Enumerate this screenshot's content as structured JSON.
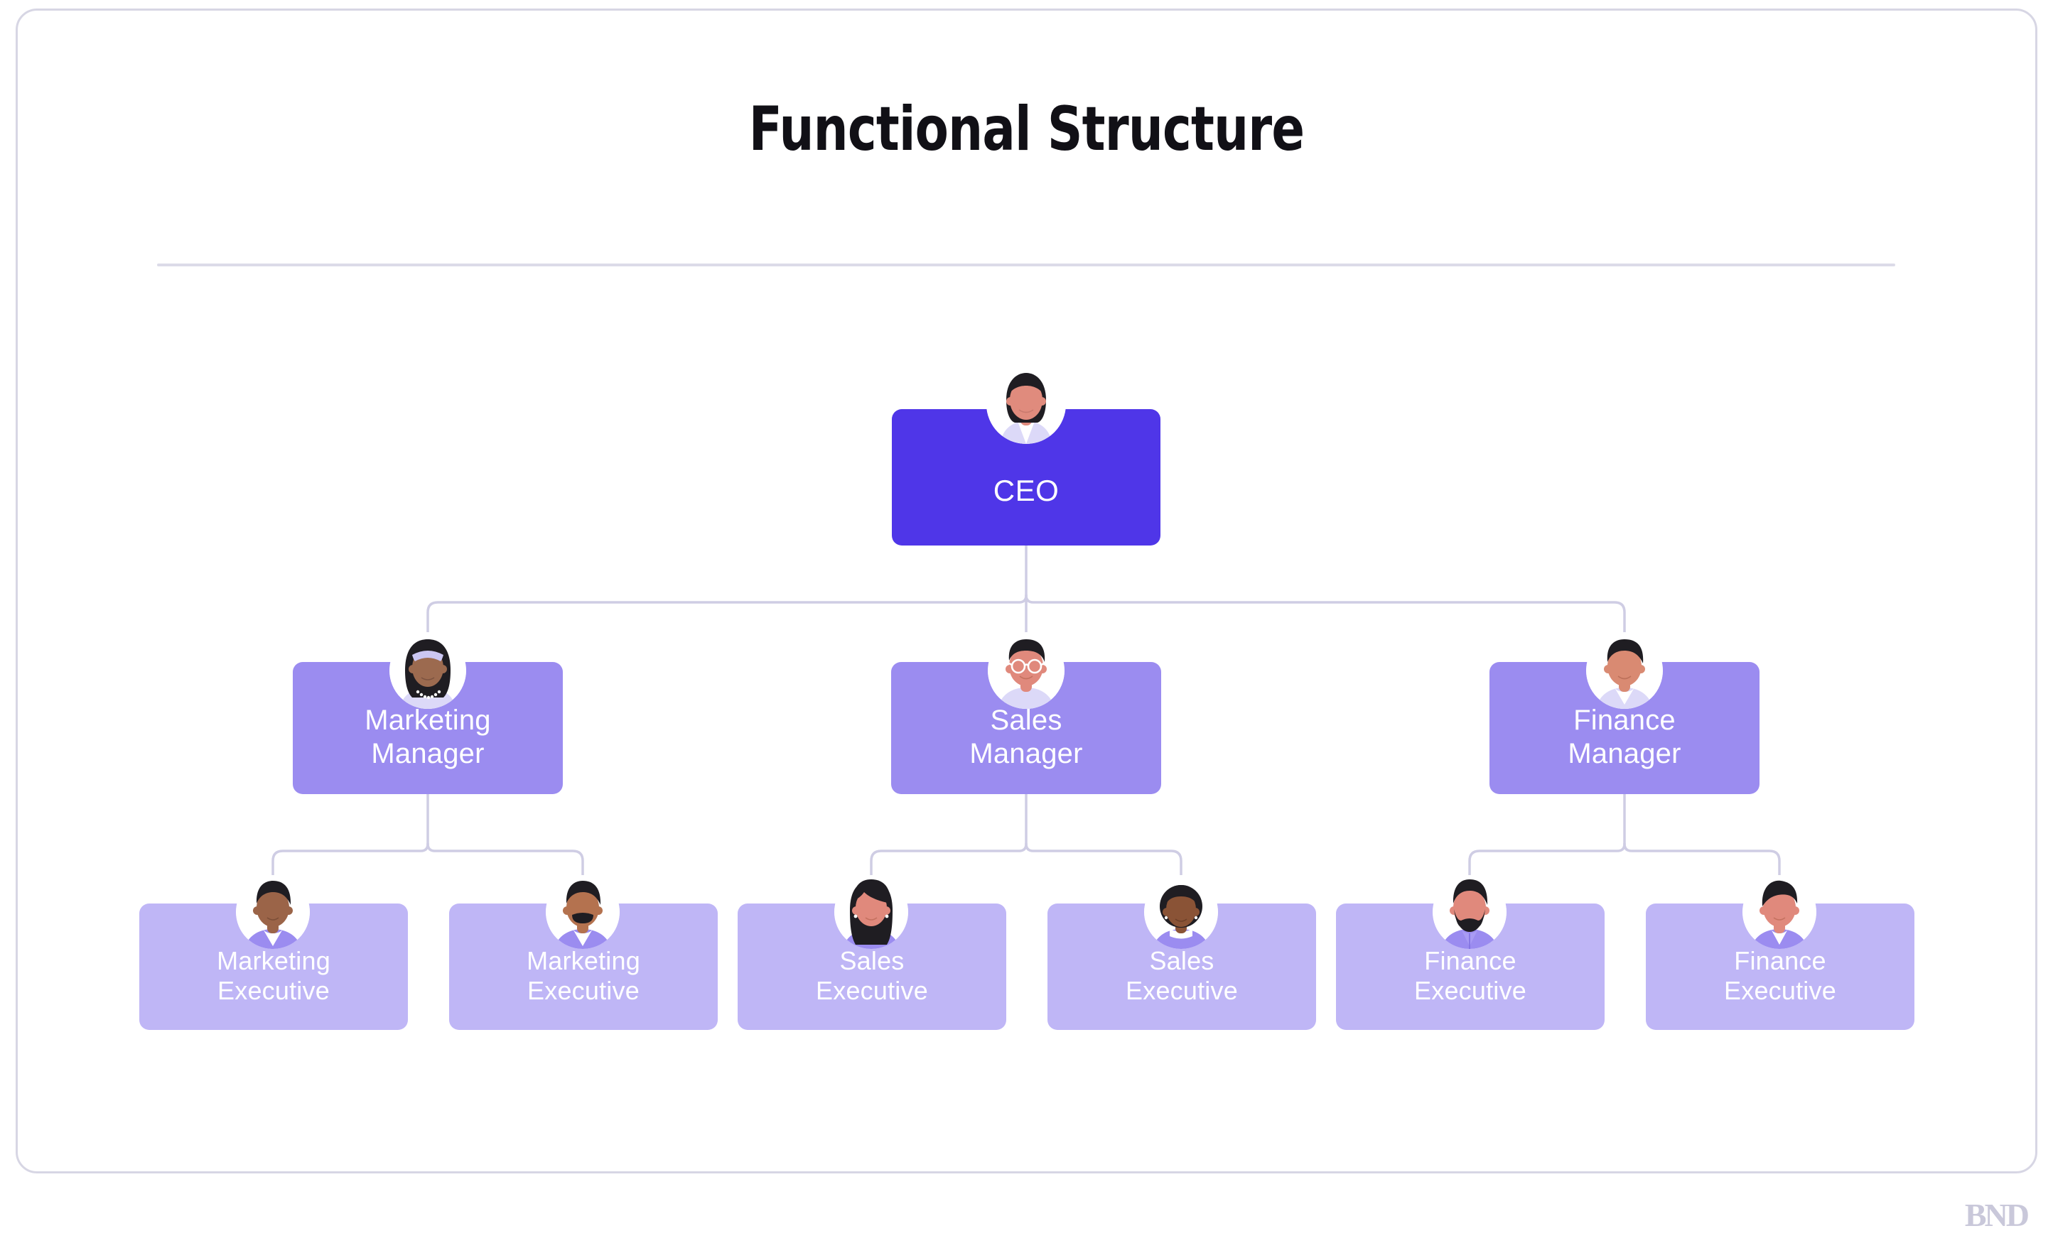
{
  "header": {
    "title": "Functional Structure",
    "divider": true
  },
  "watermark": {
    "text": "BND"
  },
  "colors": {
    "background": "#ffffff",
    "card_border": "#d7d6e4",
    "divider": "#dcdbe8",
    "title_text": "#111016",
    "node_level_1": "#4f36e8",
    "node_level_2": "#9b8cf0",
    "node_level_3": "#bfb6f6",
    "node_text": "#ffffff",
    "connector_line": "#cfcde4",
    "watermark": "#c9c8da"
  },
  "chart_data": {
    "type": "diagram",
    "subtype": "org-chart",
    "title": "Functional Structure",
    "levels": 3,
    "nodes": [
      {
        "id": "ceo",
        "label": "CEO",
        "label_lines": [
          "CEO"
        ],
        "level": 1,
        "parent": null,
        "avatar": "avatar-woman-bob-dark-hair"
      },
      {
        "id": "marketing-manager",
        "label": "Marketing Manager",
        "label_lines": [
          "Marketing",
          "Manager"
        ],
        "level": 2,
        "parent": "ceo",
        "avatar": "avatar-woman-long-hair-headband"
      },
      {
        "id": "sales-manager",
        "label": "Sales Manager",
        "label_lines": [
          "Sales",
          "Manager"
        ],
        "level": 2,
        "parent": "ceo",
        "avatar": "avatar-man-glasses"
      },
      {
        "id": "finance-manager",
        "label": "Finance Manager",
        "label_lines": [
          "Finance",
          "Manager"
        ],
        "level": 2,
        "parent": "ceo",
        "avatar": "avatar-man-short-hair-collar"
      },
      {
        "id": "marketing-executive-1",
        "label": "Marketing Executive",
        "label_lines": [
          "Marketing",
          "Executive"
        ],
        "level": 3,
        "parent": "marketing-manager",
        "avatar": "avatar-man-dark-skin-collar"
      },
      {
        "id": "marketing-executive-2",
        "label": "Marketing Executive",
        "label_lines": [
          "Marketing",
          "Executive"
        ],
        "level": 3,
        "parent": "marketing-manager",
        "avatar": "avatar-man-mustache"
      },
      {
        "id": "sales-executive-1",
        "label": "Sales Executive",
        "label_lines": [
          "Sales",
          "Executive"
        ],
        "level": 3,
        "parent": "sales-manager",
        "avatar": "avatar-woman-long-dark-hair-earrings"
      },
      {
        "id": "sales-executive-2",
        "label": "Sales Executive",
        "label_lines": [
          "Sales",
          "Executive"
        ],
        "level": 3,
        "parent": "sales-manager",
        "avatar": "avatar-woman-afro"
      },
      {
        "id": "finance-executive-1",
        "label": "Finance Executive",
        "label_lines": [
          "Finance",
          "Executive"
        ],
        "level": 3,
        "parent": "finance-manager",
        "avatar": "avatar-man-beard"
      },
      {
        "id": "finance-executive-2",
        "label": "Finance Executive",
        "label_lines": [
          "Finance",
          "Executive"
        ],
        "level": 3,
        "parent": "finance-manager",
        "avatar": "avatar-person-vneck"
      }
    ],
    "edges": [
      {
        "from": "ceo",
        "to": "marketing-manager"
      },
      {
        "from": "ceo",
        "to": "sales-manager"
      },
      {
        "from": "ceo",
        "to": "finance-manager"
      },
      {
        "from": "marketing-manager",
        "to": "marketing-executive-1"
      },
      {
        "from": "marketing-manager",
        "to": "marketing-executive-2"
      },
      {
        "from": "sales-manager",
        "to": "sales-executive-1"
      },
      {
        "from": "sales-manager",
        "to": "sales-executive-2"
      },
      {
        "from": "finance-manager",
        "to": "finance-executive-1"
      },
      {
        "from": "finance-manager",
        "to": "finance-executive-2"
      }
    ]
  }
}
